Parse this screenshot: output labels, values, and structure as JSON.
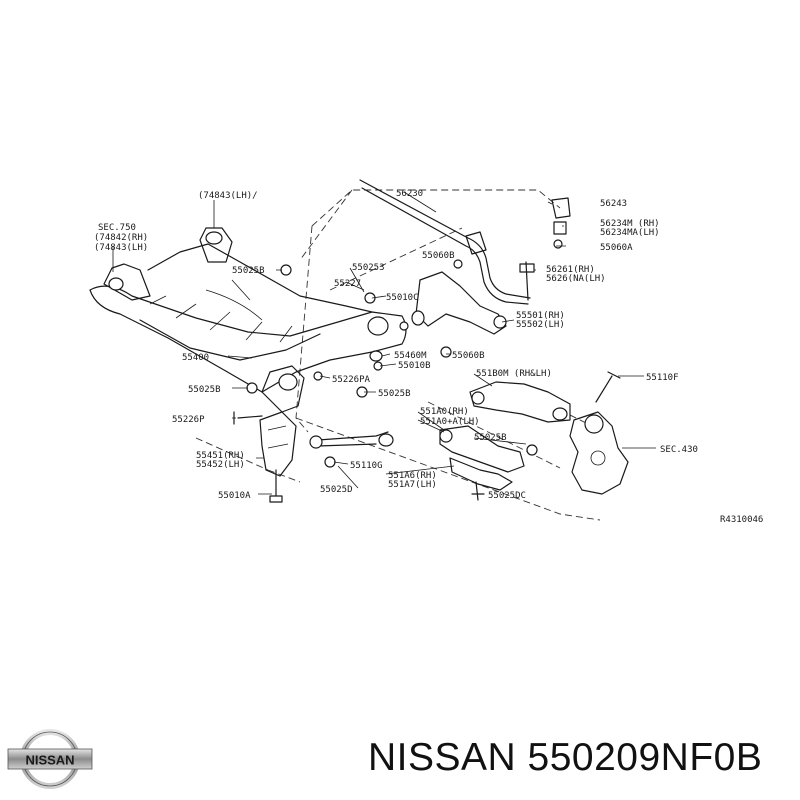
{
  "diagram": {
    "labels": {
      "sec750": "SEC.750",
      "p74842_rh": "(74842(RH)",
      "p74843_lh": "(74843(LH)",
      "p74843_lh_top": "(74843(LH)/",
      "p56230": "56230",
      "p56243": "56243",
      "p56234m": "56234M (RH)",
      "p56234ma": "56234MA(LH)",
      "p55060a": "55060A",
      "p55060b_top": "55060B",
      "p56261": "56261(RH)",
      "p5626": "5626(NA(LH)",
      "p55025b_top": "55025B",
      "p550253": "550253",
      "p55227": "55227",
      "p55010c": "55010C",
      "p55501": "55501(RH)",
      "p55502": "55502(LH)",
      "p55400": "55400",
      "p55460m": "55460M",
      "p55060b": "55060B",
      "p55010b": "55010B",
      "p55025b_left": "55025B",
      "p55226pa": "55226PA",
      "p55025b_mid": "55025B",
      "p551b0m": "551B0M (RH&LH)",
      "p55110f": "55110F",
      "p55226p": "55226P",
      "p551a0": "551A0(RH)",
      "p551a0a": "551A0+A(LH)",
      "p55025b_low": "55025B",
      "sec430": "SEC.430",
      "p55451": "55451(RH)",
      "p55452": "55452(LH)",
      "p55110g": "55110G",
      "p551a6": "551A6(RH)",
      "p551a7": "551A7(LH)",
      "p55025d": "55025D",
      "p55025dc": "55025DC",
      "p55010a": "55010A",
      "ref": "R4310046"
    }
  },
  "footer": {
    "logo_text": "NISSAN",
    "caption": "NISSAN 550209NF0B"
  }
}
